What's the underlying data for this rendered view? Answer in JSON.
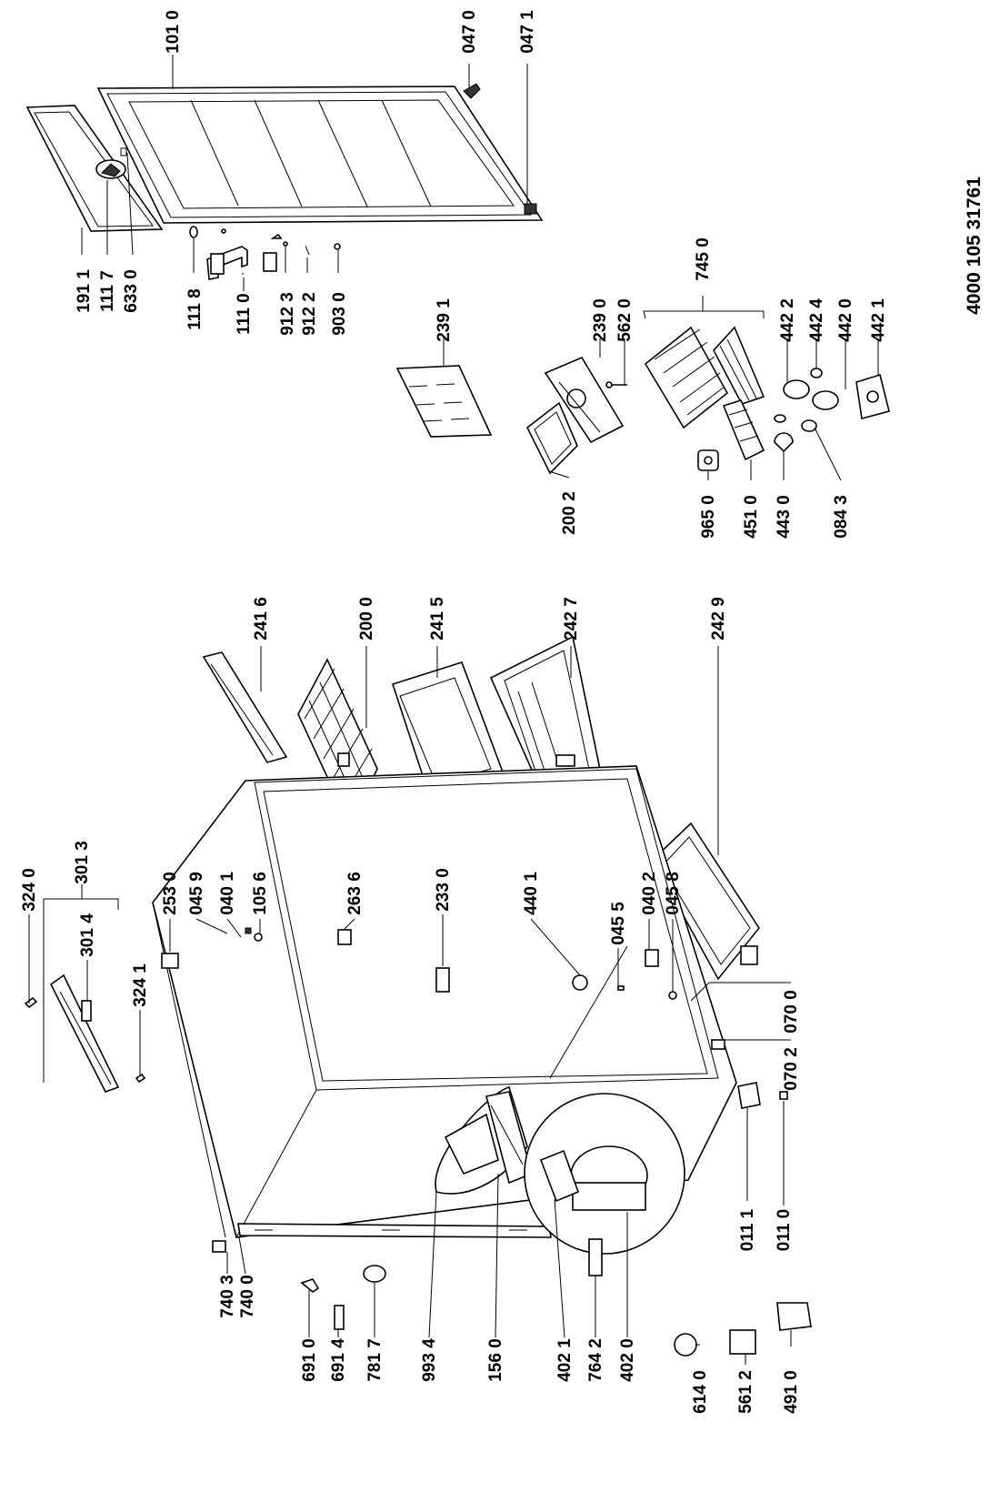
{
  "document_number": "4000 105 31761",
  "labels": {
    "l_324_0": "324 0",
    "l_301_3": "301 3",
    "l_301_4": "301 4",
    "l_324_1": "324 1",
    "l_253_0": "253 0",
    "l_045_9": "045 9",
    "l_040_1": "040 1",
    "l_105_6": "105 6",
    "l_263_6": "263 6",
    "l_233_0": "233 0",
    "l_440_1": "440 1",
    "l_045_5": "045 5",
    "l_040_2": "040 2",
    "l_045_8": "045 8",
    "l_070_0": "070 0",
    "l_070_2": "070 2",
    "l_011_1": "011 1",
    "l_011_0": "011 0",
    "l_740_3": "740 3",
    "l_740_0": "740 0",
    "l_691_0": "691 0",
    "l_691_4": "691 4",
    "l_781_7": "781 7",
    "l_993_4": "993 4",
    "l_156_0": "156 0",
    "l_402_1": "402 1",
    "l_764_2": "764 2",
    "l_402_0": "402 0",
    "l_614_0": "614 0",
    "l_561_2": "561 2",
    "l_491_0": "491 0",
    "l_241_6": "241 6",
    "l_200_0": "200 0",
    "l_241_5": "241 5",
    "l_242_7": "242 7",
    "l_242_9": "242 9",
    "l_101_0": "101 0",
    "l_047_0": "047 0",
    "l_047_1": "047 1",
    "l_191_1": "191 1",
    "l_111_7": "111 7",
    "l_633_0": "633 0",
    "l_111_8": "111 8",
    "l_111_0": "111 0",
    "l_912_3": "912 3",
    "l_912_2": "912 2",
    "l_903_0": "903 0",
    "l_239_1": "239 1",
    "l_239_0": "239 0",
    "l_562_0": "562 0",
    "l_200_2": "200 2",
    "l_745_0": "745 0",
    "l_442_2": "442 2",
    "l_442_4": "442 4",
    "l_442_0": "442 0",
    "l_442_1": "442 1",
    "l_965_0": "965 0",
    "l_451_0": "451 0",
    "l_443_0": "443 0",
    "l_084_3": "084 3"
  }
}
